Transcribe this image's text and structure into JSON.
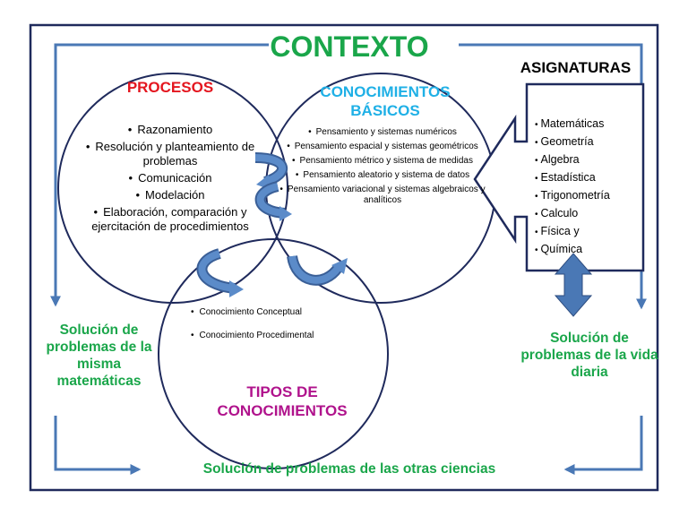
{
  "title": "CONTEXTO",
  "procesos": {
    "title": "PROCESOS",
    "items": [
      "Razonamiento",
      "Resolución y planteamiento de problemas",
      "Comunicación",
      "Modelación",
      "Elaboración, comparación y ejercitación de procedimientos"
    ]
  },
  "conocimientos_basicos": {
    "title_line1": "CONOCIMIENTOS",
    "title_line2": "BÁSICOS",
    "items": [
      "Pensamiento y sistemas numéricos",
      "Pensamiento espacial y sistemas geométricos",
      "Pensamiento métrico y sistema de medidas",
      "Pensamiento aleatorio y sistema de datos",
      "Pensamiento variacional y sistemas algebraicos y analíticos"
    ]
  },
  "tipos_conocimientos": {
    "title_line1": "TIPOS DE",
    "title_line2": "CONOCIMIENTOS",
    "items": [
      "Conocimiento Conceptual",
      "Conocimiento Procedimental"
    ]
  },
  "asignaturas": {
    "title": "ASIGNATURAS",
    "items": [
      "Matemáticas",
      "Geometría",
      "Algebra",
      "Estadística",
      "Trigonometría",
      "Calculo",
      "Física y",
      "Química"
    ]
  },
  "outcomes": {
    "left": "Solución de problemas de la misma matemáticas",
    "right": "Solución de problemas de la vida diaria",
    "bottom": "Solución de problemas de las otras ciencias"
  },
  "colors": {
    "border": "#1f2a5c",
    "arrow": "#4a78b5",
    "green": "#1aa64a",
    "red": "#e4161f",
    "cyan": "#1fb0e6",
    "magenta": "#b0138c"
  }
}
